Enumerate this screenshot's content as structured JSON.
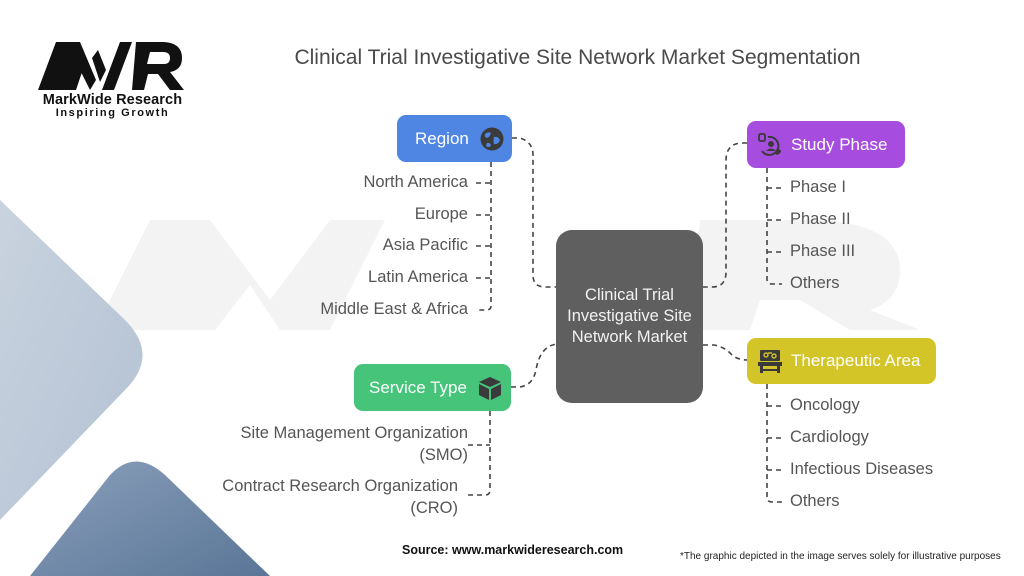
{
  "logo": {
    "brand_name": "MarkWide Research",
    "tagline": "Inspiring Growth",
    "mark_icon": "mwr-logo-icon"
  },
  "title": "Clinical Trial Investigative Site Network Market Segmentation",
  "center": {
    "label": "Clinical Trial Investigative Site Network Market",
    "color": "#5f5f5f"
  },
  "categories": [
    {
      "id": "region",
      "label": "Region",
      "icon": "globe-icon",
      "color": "#4f86e3",
      "items": [
        "North America",
        "Europe",
        "Asia Pacific",
        "Latin America",
        "Middle East & Africa"
      ]
    },
    {
      "id": "study_phase",
      "label": "Study Phase",
      "icon": "study-participant-icon",
      "color": "#a64de0",
      "items": [
        "Phase I",
        "Phase II",
        "Phase III",
        "Others"
      ]
    },
    {
      "id": "service_type",
      "label": "Service Type",
      "icon": "cube-icon",
      "color": "#45c47a",
      "items": [
        "Site Management Organization (SMO)",
        "Contract Research Organization (CRO)"
      ]
    },
    {
      "id": "therapeutic_area",
      "label": "Therapeutic Area",
      "icon": "lab-bench-icon",
      "color": "#d3c527",
      "items": [
        "Oncology",
        "Cardiology",
        "Infectious Diseases",
        "Others"
      ]
    }
  ],
  "service_items_display": [
    {
      "line1": "Site Management Organization",
      "line2": "(SMO)"
    },
    {
      "line1": "Contract Research Organization",
      "line2": "(CRO)"
    }
  ],
  "footer": {
    "source": "Source: www.markwideresearch.com",
    "disclaimer": "*The graphic depicted in the image serves solely for illustrative purposes"
  }
}
